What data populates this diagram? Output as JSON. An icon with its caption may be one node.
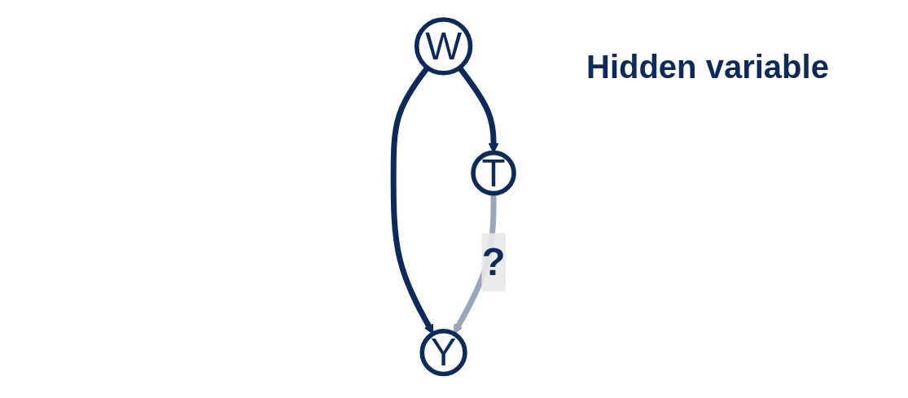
{
  "diagram": {
    "nodes": [
      {
        "text": [
          "W"
        ],
        "beside": [
          "Hidden variable"
        ]
      },
      {
        "text": [
          "T"
        ]
      },
      {
        "text": [
          "Y"
        ]
      }
    ],
    "edges": [
      {
        "from": 0,
        "to": 1,
        "arrow": "to"
      },
      {
        "from": 0,
        "to": 2,
        "arrow": "to"
      },
      {
        "from": 1,
        "to": 2,
        "arrow": "to",
        "label": "?",
        "color": "#97a6bb"
      }
    ]
  }
}
